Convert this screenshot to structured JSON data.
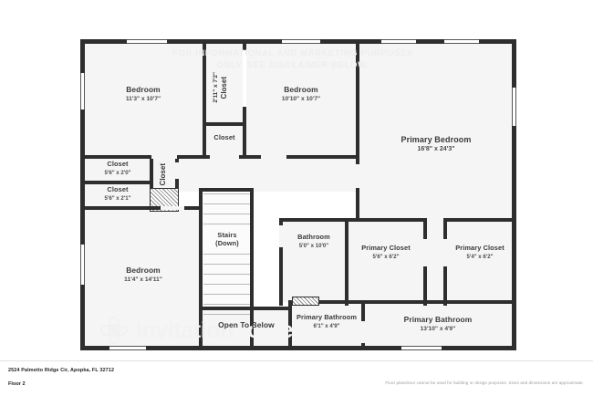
{
  "document": {
    "address": "2524 Palmetto Ridge Cir, Apopka, FL 32712",
    "floor_label": "Floor 2",
    "disclaimer": "Floor plans/tour cannot be used for building or design purposes. Sizes and dimensions are approximate."
  },
  "watermark": {
    "top_notice": "FOR INFORMATIONAL AND MARKETING PURPOSES\nONLY. SEE DISCLAIMER BELOW.",
    "brand_first": "Invitation",
    "brand_second": "homes"
  },
  "rooms": [
    {
      "id": "bedroom-front-left",
      "name": "Bedroom",
      "dimensions": "11'3\" x 10'7\""
    },
    {
      "id": "closet-vertical-top",
      "name": "Closet",
      "dimensions": "2'11\" x 7'2\""
    },
    {
      "id": "closet-under-top",
      "name": "Closet",
      "dimensions": ""
    },
    {
      "id": "bedroom-front-right",
      "name": "Bedroom",
      "dimensions": "10'10\" x 10'7\""
    },
    {
      "id": "primary-bedroom",
      "name": "Primary Bedroom",
      "dimensions": "16'8\" x 24'3\""
    },
    {
      "id": "closet-left-upper",
      "name": "Closet",
      "dimensions": "5'6\" x 2'0\""
    },
    {
      "id": "closet-left-lower",
      "name": "Closet",
      "dimensions": "5'6\" x 2'1\""
    },
    {
      "id": "closet-hall-vertical",
      "name": "Closet",
      "dimensions": ""
    },
    {
      "id": "bedroom-rear-left",
      "name": "Bedroom",
      "dimensions": "11'4\" x 14'11\""
    },
    {
      "id": "stairs",
      "name": "Stairs",
      "dimensions": "(Down)"
    },
    {
      "id": "bathroom",
      "name": "Bathroom",
      "dimensions": "5'0\" x 10'0\""
    },
    {
      "id": "primary-closet-left",
      "name": "Primary Closet",
      "dimensions": "5'6\" x 6'2\""
    },
    {
      "id": "primary-closet-right",
      "name": "Primary Closet",
      "dimensions": "5'4\" x 6'2\""
    },
    {
      "id": "open-to-below",
      "name": "Open To Below",
      "dimensions": ""
    },
    {
      "id": "primary-bathroom-small",
      "name": "Primary Bathroom",
      "dimensions": "6'1\" x 4'9\""
    },
    {
      "id": "primary-bathroom-main",
      "name": "Primary Bathroom",
      "dimensions": "13'10\" x 4'9\""
    }
  ],
  "colors": {
    "wall": "#2e2e2e",
    "room_fill": "#f5f5f5",
    "page_background": "#ffffff",
    "label_text": "#3a3a3a",
    "watermark": "#f2f2f2"
  }
}
